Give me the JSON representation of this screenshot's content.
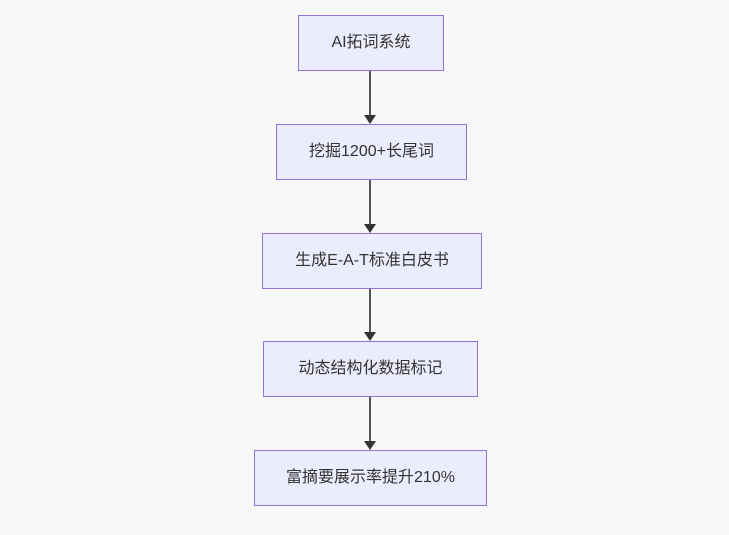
{
  "diagram": {
    "type": "flowchart",
    "direction": "top-down",
    "nodes": [
      {
        "id": "n1",
        "label": "AI拓词系统"
      },
      {
        "id": "n2",
        "label": "挖掘1200+长尾词"
      },
      {
        "id": "n3",
        "label": "生成E-A-T标准白皮书"
      },
      {
        "id": "n4",
        "label": "动态结构化数据标记"
      },
      {
        "id": "n5",
        "label": "富摘要展示率提升210%"
      }
    ],
    "edges": [
      {
        "from": "n1",
        "to": "n2",
        "arrow": "down"
      },
      {
        "from": "n2",
        "to": "n3",
        "arrow": "down"
      },
      {
        "from": "n3",
        "to": "n4",
        "arrow": "down"
      },
      {
        "from": "n4",
        "to": "n5",
        "arrow": "down"
      }
    ],
    "colors": {
      "background": "#f8f8f8",
      "node_fill": "#ECECFF",
      "node_border": "#9370DB",
      "node_text": "#333333",
      "edge_line": "#555555",
      "arrowhead": "#333333"
    }
  }
}
